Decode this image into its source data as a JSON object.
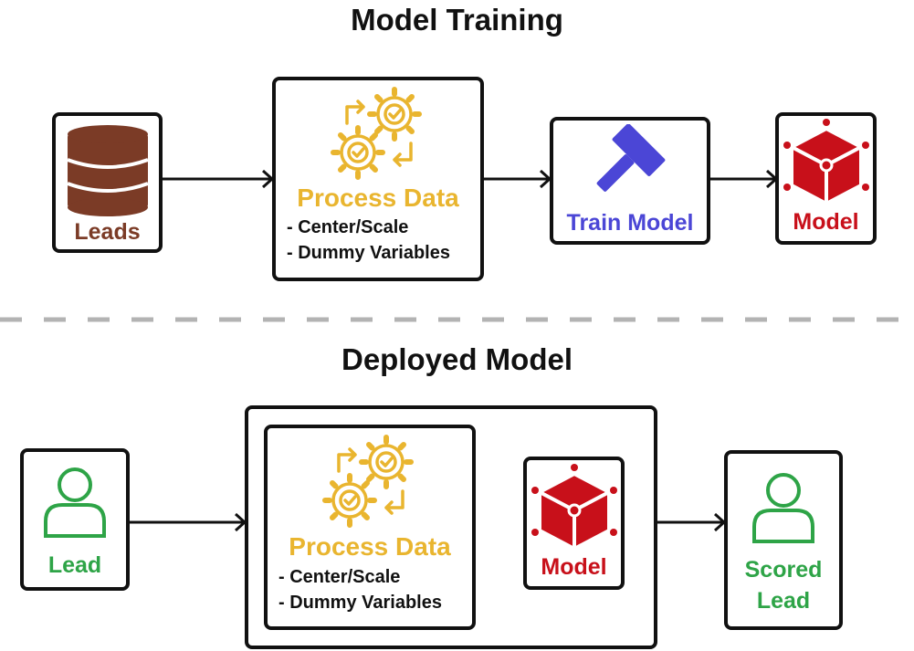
{
  "top": {
    "title": "Model Training",
    "leads": {
      "label": "Leads"
    },
    "process": {
      "title": "Process Data",
      "items": [
        "- Center/Scale",
        "- Dummy Variables"
      ]
    },
    "train": {
      "label": "Train Model"
    },
    "model": {
      "label": "Model"
    }
  },
  "bottom": {
    "title": "Deployed Model",
    "lead": {
      "label": "Lead"
    },
    "process": {
      "title": "Process Data",
      "items": [
        "- Center/Scale",
        "- Dummy Variables"
      ]
    },
    "model": {
      "label": "Model"
    },
    "scored": {
      "line1": "Scored",
      "line2": "Lead"
    }
  },
  "colors": {
    "leads": "#7b3b26",
    "process": "#e9b52f",
    "train": "#4b46d6",
    "model": "#c8101a",
    "person": "#2ea447",
    "dash": "#b3b3b3"
  }
}
